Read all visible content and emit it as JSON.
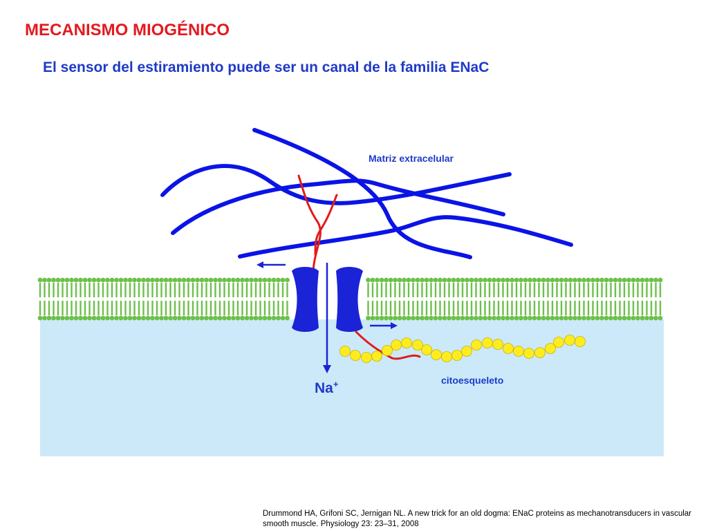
{
  "title": "MECANISMO MIOGÉNICO",
  "subtitle": "El sensor del estiramiento puede ser un canal de la familia ENaC",
  "labels": {
    "matrix": "Matriz extracelular",
    "cytoskeleton": "citoesqueleto",
    "ion": "Na",
    "ion_charge": "+"
  },
  "reference": {
    "line1": "Drummond HA, Grifoni SC, Jernigan NL. A new trick for an old dogma: ENaC proteins as mechanotransducers in vascular",
    "line2": "smooth muscle. Physiology 23: 23–31, 2008"
  },
  "colors": {
    "title": "#e3191f",
    "subtitle": "#1f3ac7",
    "matrix_fiber": "#0a14e6",
    "channel": "#1a23d6",
    "tether": "#e31a1a",
    "membrane": "#6cc04a",
    "cytoplasm": "#cbe9f9",
    "cytoskeleton_bead": "#ffec1f"
  }
}
